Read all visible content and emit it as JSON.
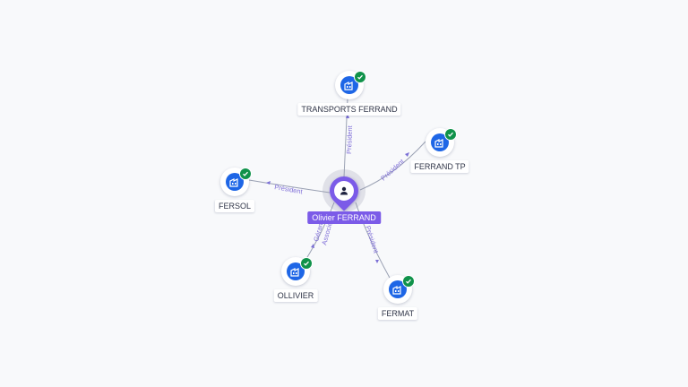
{
  "center": {
    "name": "Olivier FERRAND",
    "icon": "person-icon",
    "color": "#7b5be8"
  },
  "companies": [
    {
      "name": "TRANSPORTS FERRAND",
      "icon": "company-building-icon",
      "status": "verified-check-icon"
    },
    {
      "name": "FERRAND TP",
      "icon": "company-building-icon",
      "status": "verified-check-icon"
    },
    {
      "name": "FERSOL",
      "icon": "company-building-icon",
      "status": "verified-check-icon"
    },
    {
      "name": "OLLIVIER",
      "icon": "company-building-icon",
      "status": "verified-check-icon"
    },
    {
      "name": "FERMAT",
      "icon": "company-building-icon",
      "status": "verified-check-icon"
    }
  ],
  "relations": [
    {
      "label": "Président"
    },
    {
      "label": "Président"
    },
    {
      "label": "Président"
    },
    {
      "label": "Gérant",
      "label2": "Associé"
    },
    {
      "label": "Président"
    }
  ],
  "colors": {
    "company": "#1e66e6",
    "badge": "#10924a",
    "edge": "#9aa1b3",
    "edge_label": "#8070d8"
  }
}
